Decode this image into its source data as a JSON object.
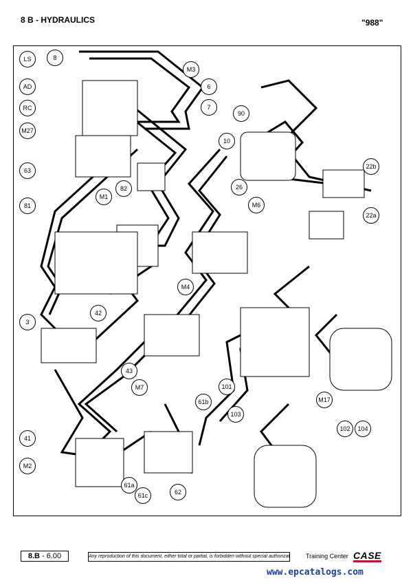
{
  "header": {
    "section_title": "8 B - HYDRAULICS",
    "model_code": "\"988\""
  },
  "footer": {
    "page_prefix": "8.B",
    "page_suffix": "- 6.00",
    "copyright": "Any reproduction of this document, either total or partial, is forbidden without special authorization",
    "training_center": "Training Center",
    "brand": "CASE",
    "website": "www.epcatalogs.com"
  },
  "callouts": [
    {
      "id": "c-8",
      "label": "8"
    },
    {
      "id": "c-LS",
      "label": "LS"
    },
    {
      "id": "c-AD",
      "label": "AD"
    },
    {
      "id": "c-RC",
      "label": "RC"
    },
    {
      "id": "c-M27",
      "label": "M27"
    },
    {
      "id": "c-63",
      "label": "63"
    },
    {
      "id": "c-M3",
      "label": "M3"
    },
    {
      "id": "c-6",
      "label": "6"
    },
    {
      "id": "c-7",
      "label": "7"
    },
    {
      "id": "c-90",
      "label": "90"
    },
    {
      "id": "c-10",
      "label": "10"
    },
    {
      "id": "c-22b",
      "label": "22b"
    },
    {
      "id": "c-22a",
      "label": "22a"
    },
    {
      "id": "c-26",
      "label": "26"
    },
    {
      "id": "c-M6",
      "label": "M6"
    },
    {
      "id": "c-82",
      "label": "82"
    },
    {
      "id": "c-M1",
      "label": "M1"
    },
    {
      "id": "c-81",
      "label": "81"
    },
    {
      "id": "c-M4",
      "label": "M4"
    },
    {
      "id": "c-3",
      "label": "3"
    },
    {
      "id": "c-42",
      "label": "42"
    },
    {
      "id": "c-43",
      "label": "43"
    },
    {
      "id": "c-M7",
      "label": "M7"
    },
    {
      "id": "c-61b",
      "label": "61b"
    },
    {
      "id": "c-101",
      "label": "101"
    },
    {
      "id": "c-103",
      "label": "103"
    },
    {
      "id": "c-M17",
      "label": "M17"
    },
    {
      "id": "c-102",
      "label": "102"
    },
    {
      "id": "c-104",
      "label": "104"
    },
    {
      "id": "c-41",
      "label": "41"
    },
    {
      "id": "c-M2",
      "label": "M2"
    },
    {
      "id": "c-61a",
      "label": "61a"
    },
    {
      "id": "c-61c",
      "label": "61c"
    },
    {
      "id": "c-62",
      "label": "62"
    }
  ]
}
